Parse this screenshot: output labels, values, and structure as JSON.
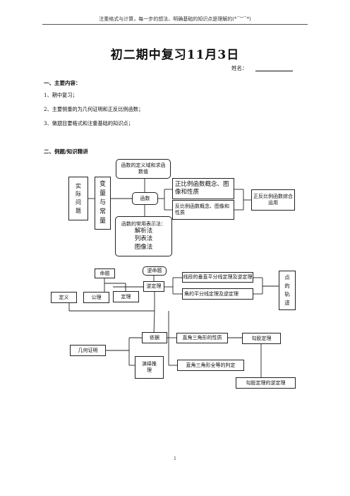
{
  "header": {
    "text": "注重格式与计算，每一步的想法、明确基础的知识点是理解的(*ˉ︶ˉ*)"
  },
  "title": "初二期中复习11月3日",
  "name_label": "姓名：",
  "section1": {
    "heading": "一、主要内容：",
    "items": [
      "1、期中复习；",
      "2、主要侧重的为几何证明和正反比例函数；",
      "3、做题目要格式和注重基础的知识点；"
    ]
  },
  "section2": {
    "heading": "二、例题/知识精讲"
  },
  "map1": {
    "shiji": [
      "实",
      "际",
      "问",
      "题"
    ],
    "bianliang": [
      "变",
      "量",
      "与",
      "常",
      "量"
    ],
    "dingyi": "函数的定义域和求函数值",
    "hanshu": "函数",
    "zhengbi": "正比例函数概念、图像和性质",
    "fanbi": "反比例函数概念、图像和性质",
    "biaoshi": [
      "函数的常用表示法：",
      "解析法",
      "列表法",
      "图像法"
    ],
    "zonghe": "正反比例函数综合运用"
  },
  "map2": {
    "mingti": "命题",
    "ni_mingti": "逆命题",
    "ni_dingli": "逆定理",
    "dingyi": "定义",
    "gongli": "公理",
    "dingli": "定理",
    "chuizhi": "线段的垂直平分线定理及逆定理",
    "jiaopingfen": "角的平分线定理及逆定理",
    "guiji": [
      "点",
      "的",
      "轨",
      "迹"
    ],
    "jihe": "几何证明",
    "yiju": "依据",
    "yanyi": "演绎推理",
    "zhijiao": "直角三角形的性质",
    "gougu": "勾股定理",
    "quandeng": "直角三角形全等的判定",
    "gougu_ni": "勾股定理的逆定理"
  },
  "page_number": "1"
}
